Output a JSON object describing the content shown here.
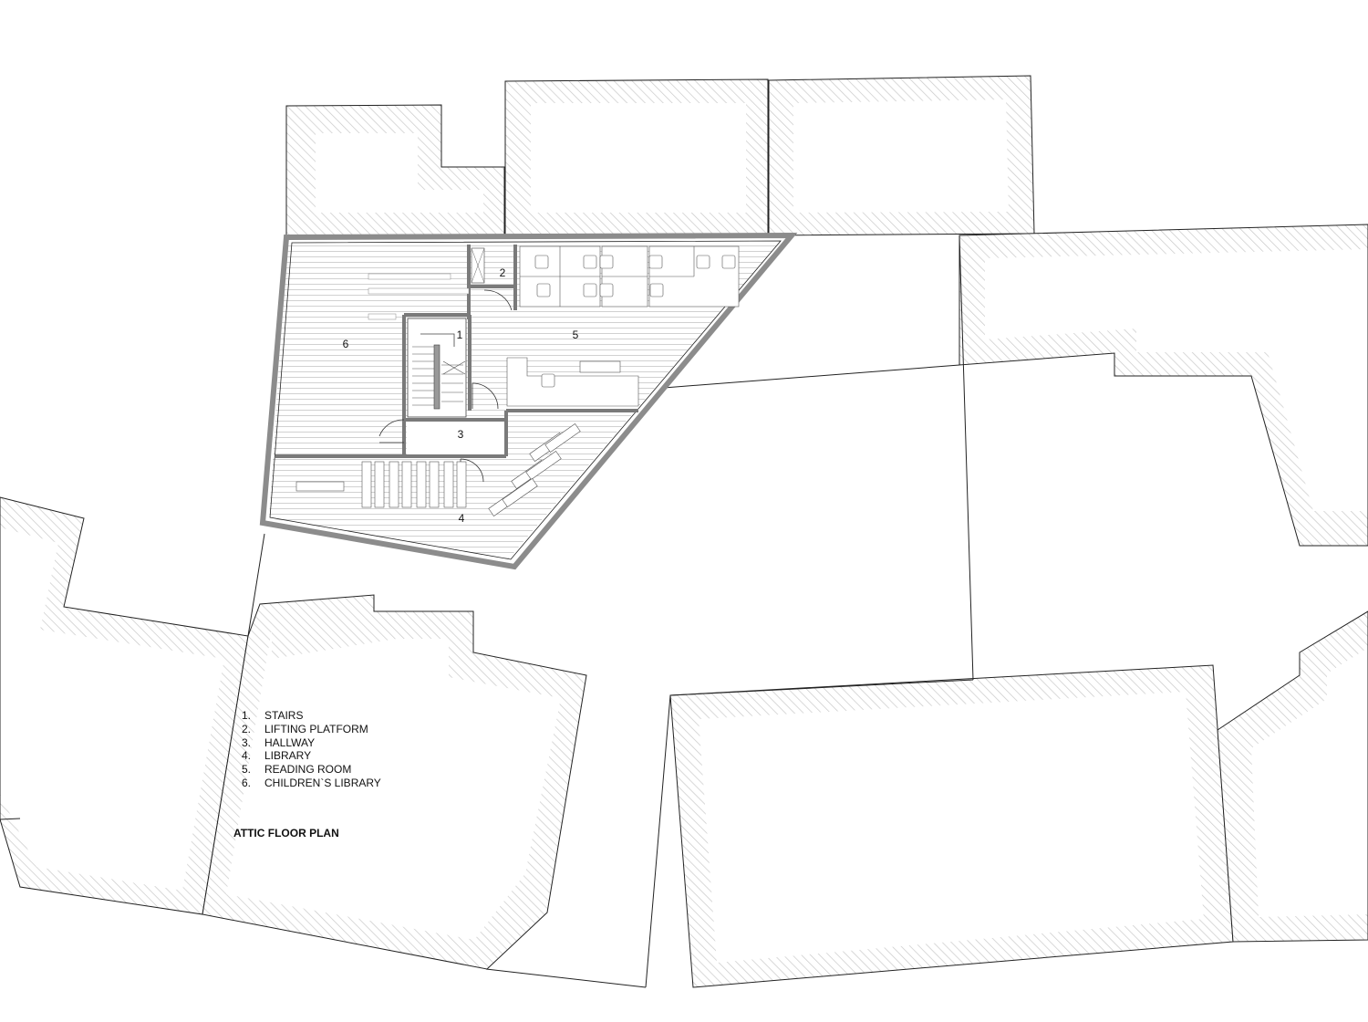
{
  "drawing": {
    "title": "ATTIC FLOOR PLAN",
    "legend": [
      {
        "num": "1.",
        "text": "STAIRS"
      },
      {
        "num": "2.",
        "text": "LIFTING PLATFORM"
      },
      {
        "num": "3.",
        "text": "HALLWAY"
      },
      {
        "num": "4.",
        "text": "LIBRARY"
      },
      {
        "num": "5.",
        "text": "READING ROOM"
      },
      {
        "num": "6.",
        "text": "CHILDREN`S LIBRARY"
      }
    ],
    "room_numbers": {
      "stairs": "1",
      "lift": "2",
      "hallway": "3",
      "library": "4",
      "reading": "5",
      "children": "6"
    },
    "colors": {
      "wall": "#8c8c8c",
      "line": "#222222",
      "hatch": "#c8c8c8",
      "floor_lines": "#b9b9b9"
    }
  }
}
